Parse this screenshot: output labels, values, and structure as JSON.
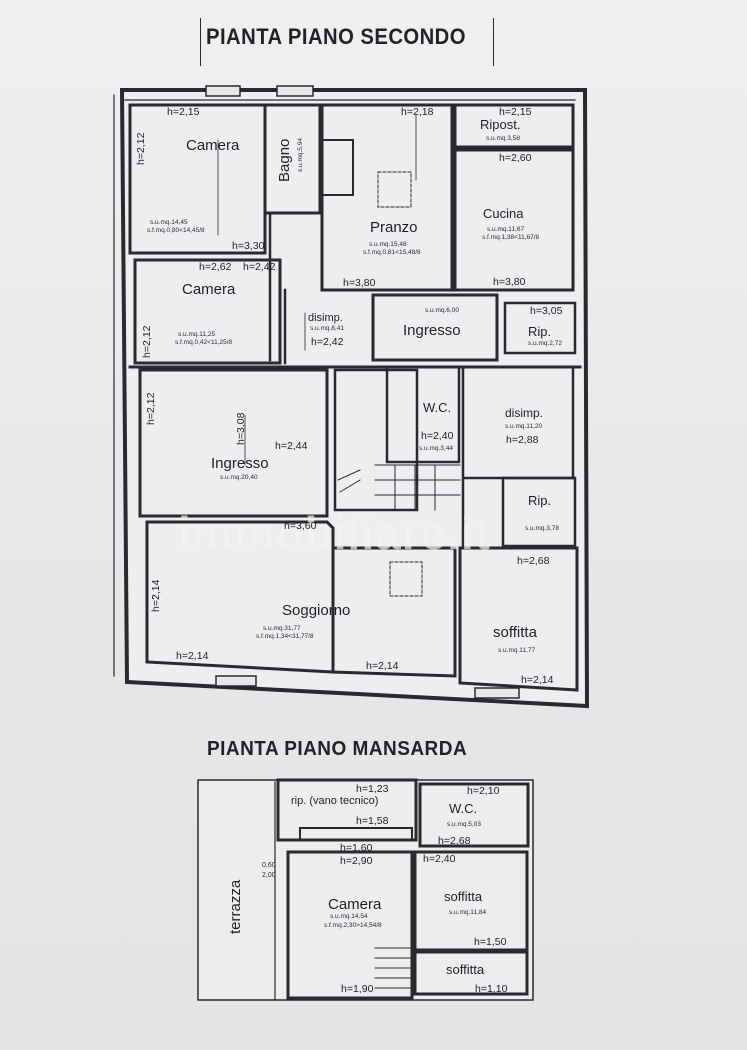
{
  "titles": {
    "second_floor": "PIANTA PIANO SECONDO",
    "attic_floor": "PIANTA PIANO MANSARDA"
  },
  "watermark": "immobiliare.it",
  "second_floor": {
    "camera_top": {
      "name": "Camera",
      "h_top": "h=2,15",
      "h_side": "h=2,12",
      "h_bottom": "h=3,30",
      "sum1": "s.u.mq.14,45",
      "sum2": "s.f.mq.0,80<14,45/8"
    },
    "bagno": {
      "name": "Bagno",
      "sum": "s.u.mq.5,94"
    },
    "pranzo": {
      "name": "Pranzo",
      "h_top": "h=2,18",
      "h_bottom": "h=3,80",
      "sum1": "s.u.mq.15,48",
      "sum2": "s.f.mq.0,81<15,48/8"
    },
    "ripost": {
      "name": "Ripost.",
      "h": "h=2,15",
      "sum": "s.u.mq.3,58"
    },
    "cucina": {
      "name": "Cucina",
      "h_top": "h=2,60",
      "h_bottom": "h=3,80",
      "sum1": "s.u.mq.11,67",
      "sum2": "s.f.mq.1,38<11,67/8"
    },
    "camera_mid": {
      "name": "Camera",
      "h1": "h=2,62",
      "h2": "h=2,42",
      "h_side": "h=2,12",
      "sum1": "s.u.mq.11,25",
      "sum2": "s.f.mq.0,42<11,25/8"
    },
    "disimp_left": {
      "name": "disimp.",
      "sum": "s.u.mq.8,41",
      "h": "h=2,42"
    },
    "ingresso_top": {
      "name": "Ingresso",
      "sum": "s.u.mq.6,00"
    },
    "rip_top": {
      "name": "Rip.",
      "h": "h=3,05",
      "sum": "s.u.mq.2,72"
    },
    "wc": {
      "name": "W.C.",
      "h": "h=2,40",
      "sum": "s.u.mq.3,44"
    },
    "disimp_right": {
      "name": "disimp.",
      "sum": "s.u.mq.11,20",
      "h": "h=2,88"
    },
    "ingresso_main": {
      "name": "Ingresso",
      "h_side": "h=2,12",
      "h_v": "h=3,08",
      "h": "h=2,44",
      "h_bottom": "h=3,60",
      "sum": "s.u.mq.20,40"
    },
    "rip_mid": {
      "name": "Rip.",
      "sum": "s.u.mq.3,78",
      "h": "h=2,68"
    },
    "soggiorno": {
      "name": "Soggiorno",
      "h_side": "h=2,14",
      "h_bottom_left": "h=2,14",
      "h_bottom_mid": "h=2,14",
      "sum1": "s.u.mq.31,77",
      "sum2": "s.f.mq.1,34<31,77/8"
    },
    "soffitta": {
      "name": "soffitta",
      "sum": "s.u.mq.11,77",
      "h": "h=2,14"
    }
  },
  "attic": {
    "terrazza": {
      "name": "terrazza"
    },
    "rip_tecnico": {
      "name": "rip. (vano tecnico)",
      "h1": "h=1,23",
      "h2": "h=1,58"
    },
    "wc": {
      "name": "W.C.",
      "h1": "h=2,10",
      "sum": "s.u.mq.5,03",
      "h2": "h=2,68"
    },
    "stair_heights": {
      "h1": "h=1,60",
      "h2": "h=2,90",
      "t1": "0,60",
      "t2": "2,00"
    },
    "camera": {
      "name": "Camera",
      "sum1": "s.u.mq.14,54",
      "sum2": "s.f.mq.2,30>14,54/8",
      "h": "h=1,90"
    },
    "soffitta_a": {
      "name": "soffitta",
      "h_top": "h=2,40",
      "sum": "s.u.mq.11,84",
      "h_bottom": "h=1,50"
    },
    "soffitta_b": {
      "name": "soffitta",
      "h": "h=1,10"
    }
  }
}
